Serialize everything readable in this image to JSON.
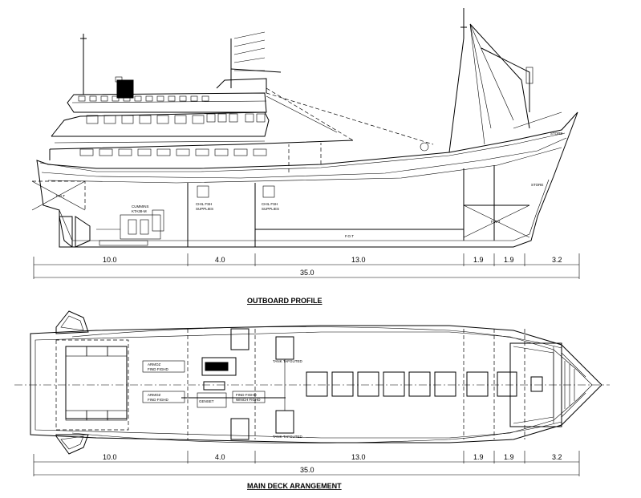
{
  "outboard_profile": {
    "title": "OUTBOARD PROFILE",
    "labels": {
      "engine": "CUMMINS",
      "engine_model": "KTA38-M",
      "fo_tank": "F.O.T",
      "fwt": "F.W.T",
      "store": "STORE",
      "fish_hold_1": "CHIL FSH",
      "fish_hold_1b": "SUPPLIES",
      "fish_hold_2": "CHIL FSH",
      "fish_hold_2b": "SUPPLIES",
      "fwd_store": "STORE",
      "fo_fwd": "F.O.T"
    },
    "dimensions": [
      "10.0",
      "4.0",
      "13.0",
      "1.9",
      "1.9",
      "3.2"
    ],
    "total": "35.0"
  },
  "main_deck": {
    "title": "MAIN DECK ARANGEMENT",
    "labels": {
      "winch_1": "ARMOZ",
      "winch_1b": "FIND FIGHD",
      "winch_2": "ARMOZ",
      "winch_2b": "FIND FIGHD",
      "winch_3": "FIND FIGHD",
      "winch_3b": "WINCH FIGHD",
      "small_1": "GENSET",
      "tank_top": "TANK TAFGUTED",
      "tank_bottom": "TANK TAFGUTED"
    },
    "dimensions": [
      "10.0",
      "4.0",
      "13.0",
      "1.9",
      "1.9",
      "3.2"
    ],
    "total": "35.0"
  }
}
